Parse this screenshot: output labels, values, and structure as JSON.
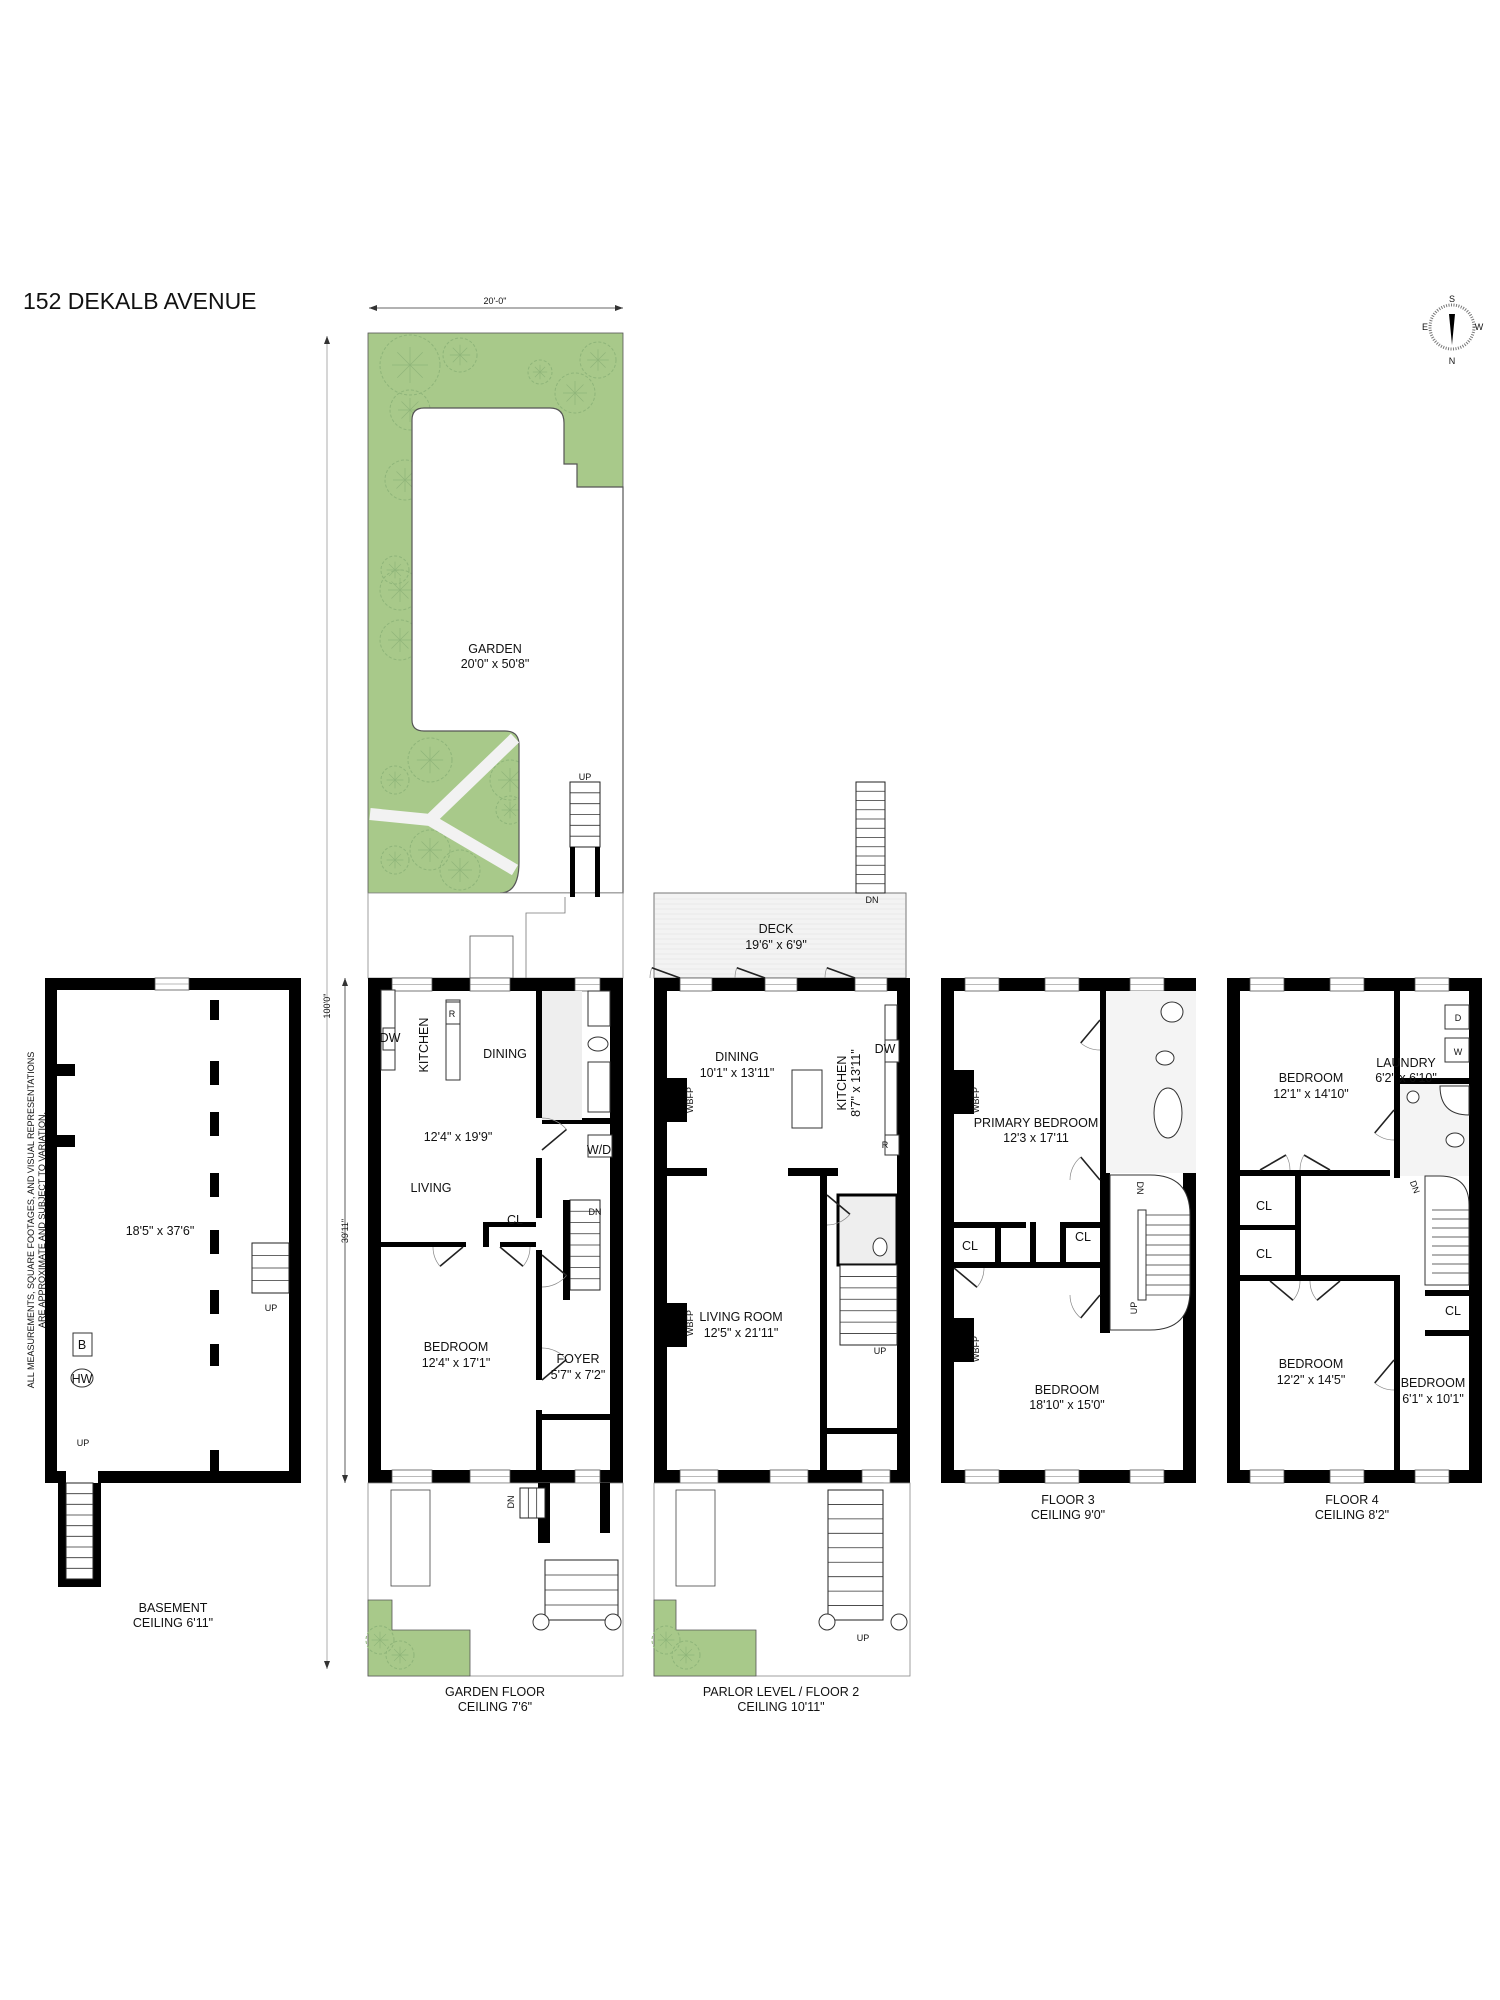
{
  "title": "152 DEKALB AVENUE",
  "dimensions": {
    "lot_width": "20'-0\"",
    "lot_depth": "100'0\"",
    "building_depth": "39'11\""
  },
  "disclaimer": [
    "ALL MEASUREMENTS, SQUARE FOOTAGES, AND VISUAL REPRESENTATIONS",
    "ARE APPROXIMATE AND SUBJECT TO VARIATION."
  ],
  "compass": {
    "north": "N",
    "south": "S",
    "east": "E",
    "west": "W"
  },
  "colors": {
    "wall": "#000000",
    "garden": "#a8c98a",
    "tree_line": "#8fb57a"
  },
  "garden": {
    "name": "GARDEN",
    "size": "20'0\" x 50'8\"",
    "stair": "UP"
  },
  "basement": {
    "name": "BASEMENT",
    "ceiling": "CEILING 6'11\"",
    "room_size": "18'5\" x 37'6\"",
    "boiler": "B",
    "water_heater": "HW",
    "stair_front": "UP",
    "stair_interior": "UP"
  },
  "garden_floor": {
    "name": "GARDEN FLOOR",
    "ceiling": "CEILING 7'6\"",
    "kitchen": "KITCHEN",
    "dining": "DINING",
    "living_size": "12'4\" x 19'9\"",
    "living": "LIVING",
    "closet": "CL",
    "bedroom": "BEDROOM",
    "bedroom_size": "12'4\" x 17'1\"",
    "foyer": "FOYER",
    "foyer_size": "5'7\" x 7'2\"",
    "washer_dryer": "W/D",
    "dishwasher": "DW",
    "refrigerator": "R",
    "stair_down": "DN",
    "stoop_down": "DN"
  },
  "parlor": {
    "name": "PARLOR LEVEL / FLOOR 2",
    "ceiling": "CEILING 10'11\"",
    "deck": "DECK",
    "deck_size": "19'6\" x 6'9\"",
    "deck_stair": "DN",
    "dining": "DINING",
    "dining_size": "10'1\" x 13'11\"",
    "kitchen": "KITCHEN",
    "kitchen_size": "8'7\" x 13'11\"",
    "dishwasher": "DW",
    "refrigerator": "R",
    "fireplace": "WBFP",
    "living": "LIVING ROOM",
    "living_size": "12'5\" x 21'11\"",
    "stair_up": "UP",
    "stoop_up": "UP"
  },
  "floor3": {
    "name": "FLOOR 3",
    "ceiling": "CEILING 9'0\"",
    "primary": "PRIMARY BEDROOM",
    "primary_size": "12'3 x 17'11",
    "bedroom": "BEDROOM",
    "bedroom_size": "18'10\" x 15'0\"",
    "closet": "CL",
    "fireplace": "WBFP",
    "stair_down": "DN",
    "stair_up": "UP"
  },
  "floor4": {
    "name": "FLOOR 4",
    "ceiling": "CEILING 8'2\"",
    "laundry": "LAUNDRY",
    "laundry_size": "6'2\" x 6'10\"",
    "dryer": "D",
    "washer": "W",
    "bedroom1": "BEDROOM",
    "bedroom1_size": "12'1\" x 14'10\"",
    "bedroom2": "BEDROOM",
    "bedroom2_size": "12'2\" x 14'5\"",
    "bedroom3": "BEDROOM",
    "bedroom3_size": "6'1\" x 10'1\"",
    "closet": "CL",
    "stair_down": "DN"
  }
}
